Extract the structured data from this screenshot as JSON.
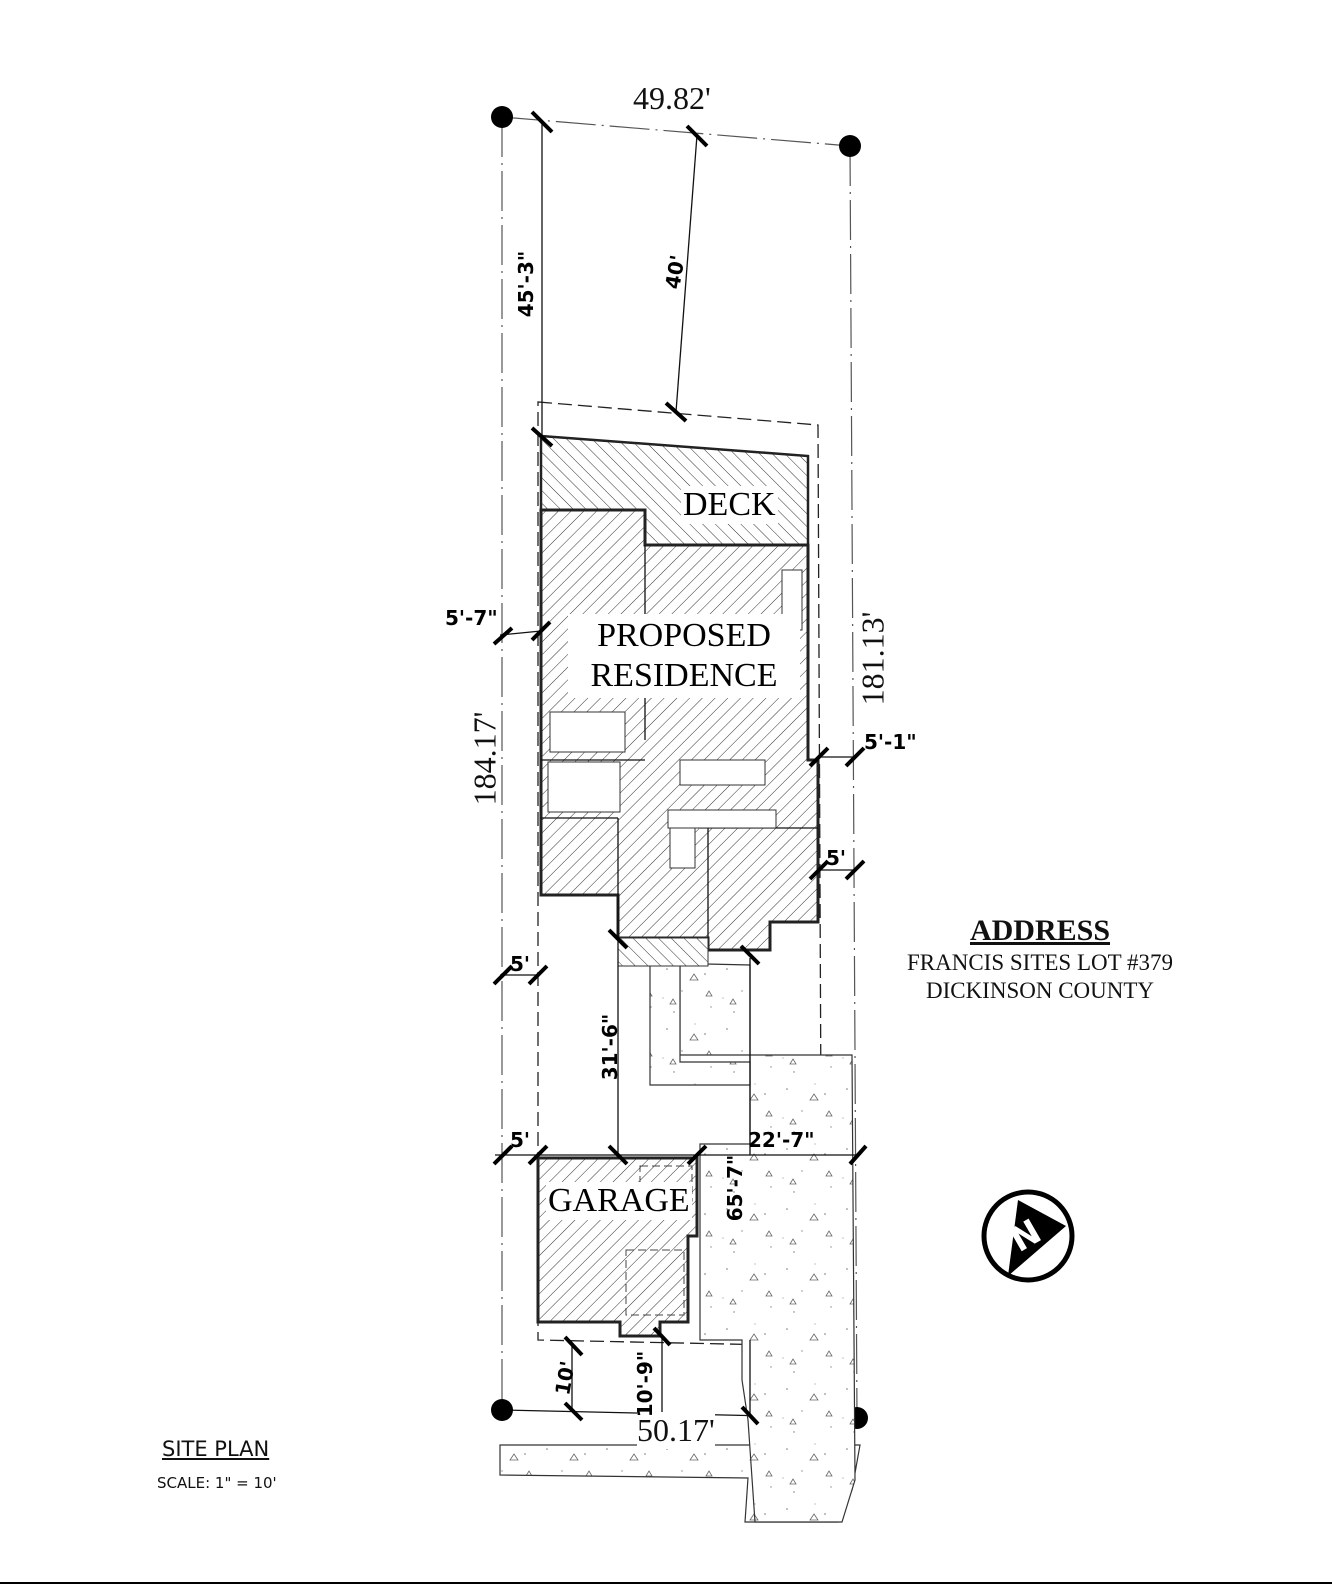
{
  "drawing": {
    "title": "SITE PLAN",
    "scale": "SCALE: 1\" = 10'"
  },
  "address": {
    "heading": "ADDRESS",
    "line1": "FRANCIS SITES LOT #379",
    "line2": "DICKINSON COUNTY"
  },
  "structures": {
    "deck": "DECK",
    "residence_line1": "PROPOSED",
    "residence_line2": "RESIDENCE",
    "garage": "GARAGE"
  },
  "dimensions": {
    "lot_front": "49.82'",
    "lot_rear": "50.17'",
    "lot_left": "184.17'",
    "lot_right": "181.13'",
    "front_setback_left": "45'-3\"",
    "front_setback_center": "40'",
    "side_left_house": "5'-7\"",
    "side_right_house": "5'-1\"",
    "side_right_rear": "5'",
    "side_left_mid": "5'",
    "house_to_garage": "31'-6\"",
    "side_left_garage": "5'",
    "garage_to_right": "22'-7\"",
    "garage_depth_ref": "65'-7\"",
    "rear_setback_left": "10'",
    "rear_setback_center": "10'-9\""
  },
  "north_arrow": {
    "label": "N",
    "icon": "north-arrow-icon"
  },
  "colors": {
    "ink": "#000000",
    "paper": "#ffffff"
  }
}
